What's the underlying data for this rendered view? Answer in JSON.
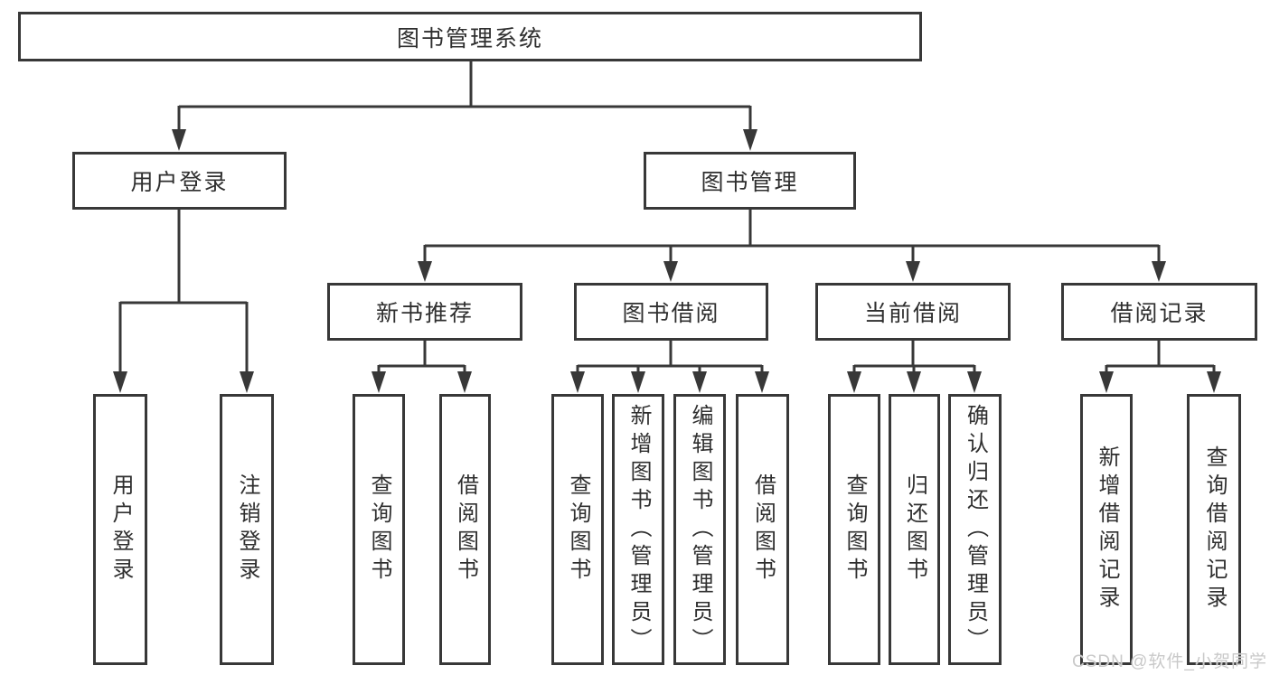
{
  "tree": {
    "label": "图书管理系统",
    "children": [
      {
        "label": "用户登录",
        "children": [
          {
            "label": "用户登录"
          },
          {
            "label": "注销登录"
          }
        ]
      },
      {
        "label": "图书管理",
        "children": [
          {
            "label": "新书推荐",
            "children": [
              {
                "label": "查询图书"
              },
              {
                "label": "借阅图书"
              }
            ]
          },
          {
            "label": "图书借阅",
            "children": [
              {
                "label": "查询图书"
              },
              {
                "label": "新增图书（管理员）"
              },
              {
                "label": "编辑图书（管理员）"
              },
              {
                "label": "借阅图书"
              }
            ]
          },
          {
            "label": "当前借阅",
            "children": [
              {
                "label": "查询图书"
              },
              {
                "label": "归还图书"
              },
              {
                "label": "确认归还（管理员）"
              }
            ]
          },
          {
            "label": "借阅记录",
            "children": [
              {
                "label": "新增借阅记录"
              },
              {
                "label": "查询借阅记录"
              }
            ]
          }
        ]
      }
    ]
  },
  "watermark": "CSDN @软件_小贺同学",
  "colors": {
    "line": "#383838",
    "text": "#2f2f2f",
    "watermark": "#c9c9c9",
    "background": "#ffffff"
  }
}
